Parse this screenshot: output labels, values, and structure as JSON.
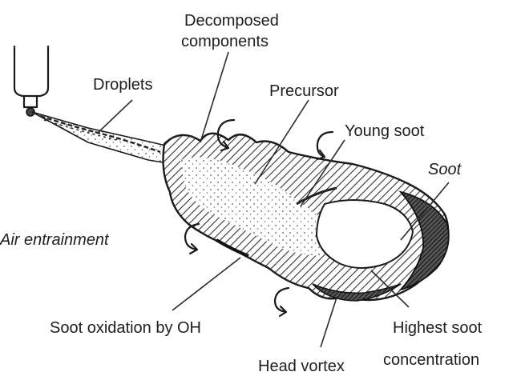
{
  "diagram": {
    "labels": {
      "decomposed_line1": "Decomposed",
      "decomposed_line2": "components",
      "droplets": "Droplets",
      "precursor": "Precursor",
      "young_soot": "Young soot",
      "soot": "Soot",
      "air_entrainment": "Air entrainment",
      "soot_oxidation": "Soot oxidation by OH",
      "highest_line1": "Highest soot",
      "highest_line2": "concentration",
      "head_vortex": "Head vortex"
    },
    "colors": {
      "ink": "#1a1a1a",
      "hatch": "#333333",
      "background": "#ffffff"
    },
    "icons": [
      "injector-nozzle-icon",
      "air-entrainment-arrow-icon"
    ]
  }
}
